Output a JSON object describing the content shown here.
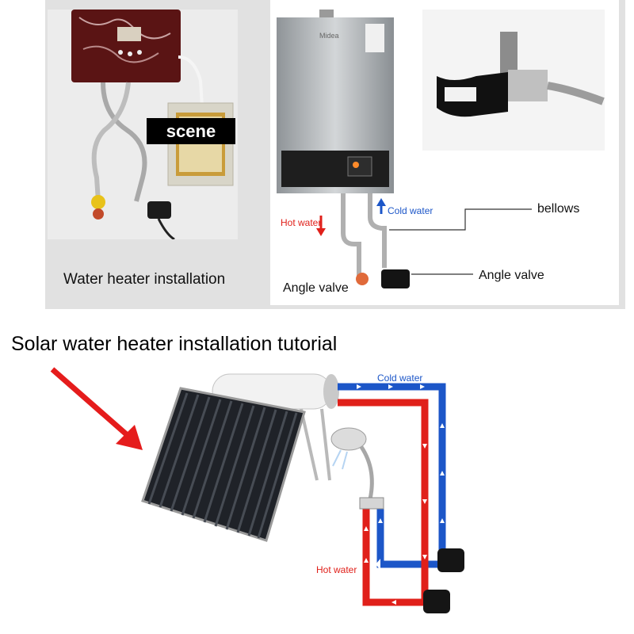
{
  "top_panel": {
    "left_photo": {
      "scene_tag": "scene",
      "caption": "Water heater installation"
    },
    "right_photo": {
      "brand_text": "Midea",
      "hot_water_label": "Hot water",
      "cold_water_label": "Cold water",
      "bellows_label": "bellows",
      "angle_valve_left": "Angle valve",
      "angle_valve_right": "Angle valve"
    }
  },
  "solar_section": {
    "heading": "Solar water heater installation tutorial",
    "cold_water_label": "Cold water",
    "hot_water_label": "Hot water"
  },
  "colors": {
    "hot": "#e0201a",
    "cold": "#1c56c8",
    "arrow": "#e51c1c",
    "panel_bg": "#e1e1e1"
  }
}
